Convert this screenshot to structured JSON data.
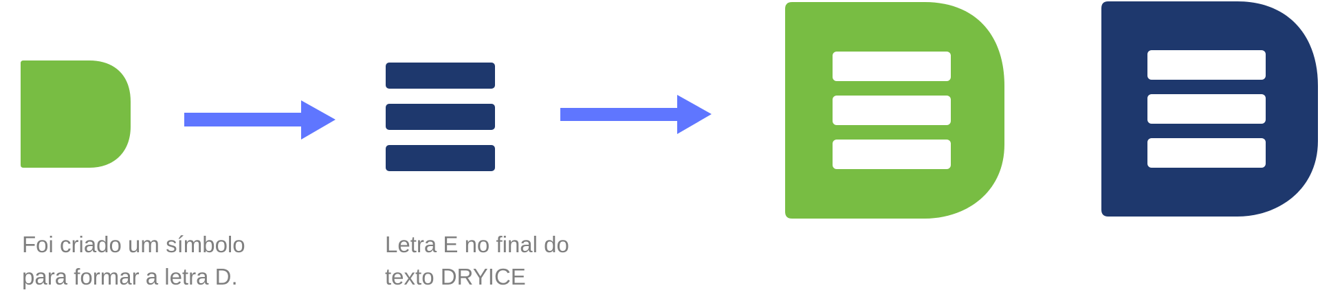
{
  "colors": {
    "green": "#78BD43",
    "navy": "#1E386D",
    "arrow": "#5F76FF",
    "white": "#FFFFFF",
    "caption": "#7F7F7F"
  },
  "captions": {
    "symbol": {
      "line1": "Foi criado um símbolo",
      "line2": "para formar a letra D."
    },
    "letter_e": {
      "line1": "Letra E no final do",
      "line2": "texto DRYICE"
    }
  },
  "icons": [
    "d-shape-icon",
    "stacked-bars-e-icon",
    "arrow-right-icon",
    "logo-green",
    "logo-navy"
  ]
}
